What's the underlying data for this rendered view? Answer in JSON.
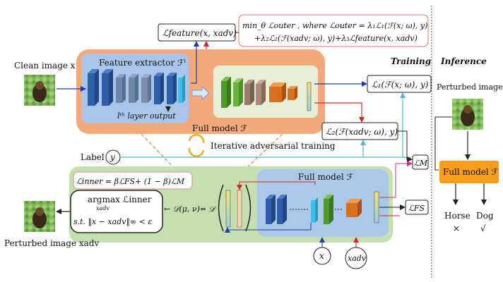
{
  "colors": {
    "orange_panel": "#f3a97a",
    "green_panel": "#c6dfb0",
    "blue_panel": "#a9c6ea",
    "full_model_box": "#f89c1c",
    "horse": "#a060d0",
    "dog": "#3fa9c9",
    "cross": "#e0352b",
    "check": "#2ca02c"
  },
  "labels": {
    "objective_line1": "min_θ ℒouter , where ℒouter = λ₁ℒ₁(ℱ(x; ω), y)",
    "objective_line2": "+λ₂ℒ₂(ℱ(xadv; ω), y)+λ₃ℒfeature(x, xadv)",
    "l_feature": "ℒfeature(x, xadv)",
    "training": "Training",
    "inference": "Inference",
    "clean_image": "Clean image x",
    "feature_extractor": "Feature extractor ℱˡ",
    "layer_output": "lᵗʰ layer output",
    "full_model_top": "Full model ℱ",
    "l1": "ℒ₁(ℱ(x; ω), y)",
    "l2": "ℒ₂(ℱ(xadv; ω), y)",
    "label": "Label",
    "y": "y",
    "iterative": "Iterative adversarial training",
    "lm": "ℒM",
    "l_inner": "ℒinner = βℒFS+ (1 − β)ℒM",
    "argmax": "argmax ℒinner",
    "argmax_sub": "xadv",
    "constraint": "s.t. ‖x − xadv‖∞ < ε",
    "divergence": "← 𝒟(μ, ν)= 𝒟",
    "full_model_bottom": "Full model ℱ",
    "lfs": "ℒFS",
    "x_node": "x",
    "xadv_node": "xadv",
    "perturbed_adv": "Perturbed image xadv",
    "perturbed_image": "Perturbed image",
    "full_model_inf": "Full model ℱ",
    "horse": "Horse",
    "dog": "Dog",
    "cross": "×",
    "check": "√"
  }
}
